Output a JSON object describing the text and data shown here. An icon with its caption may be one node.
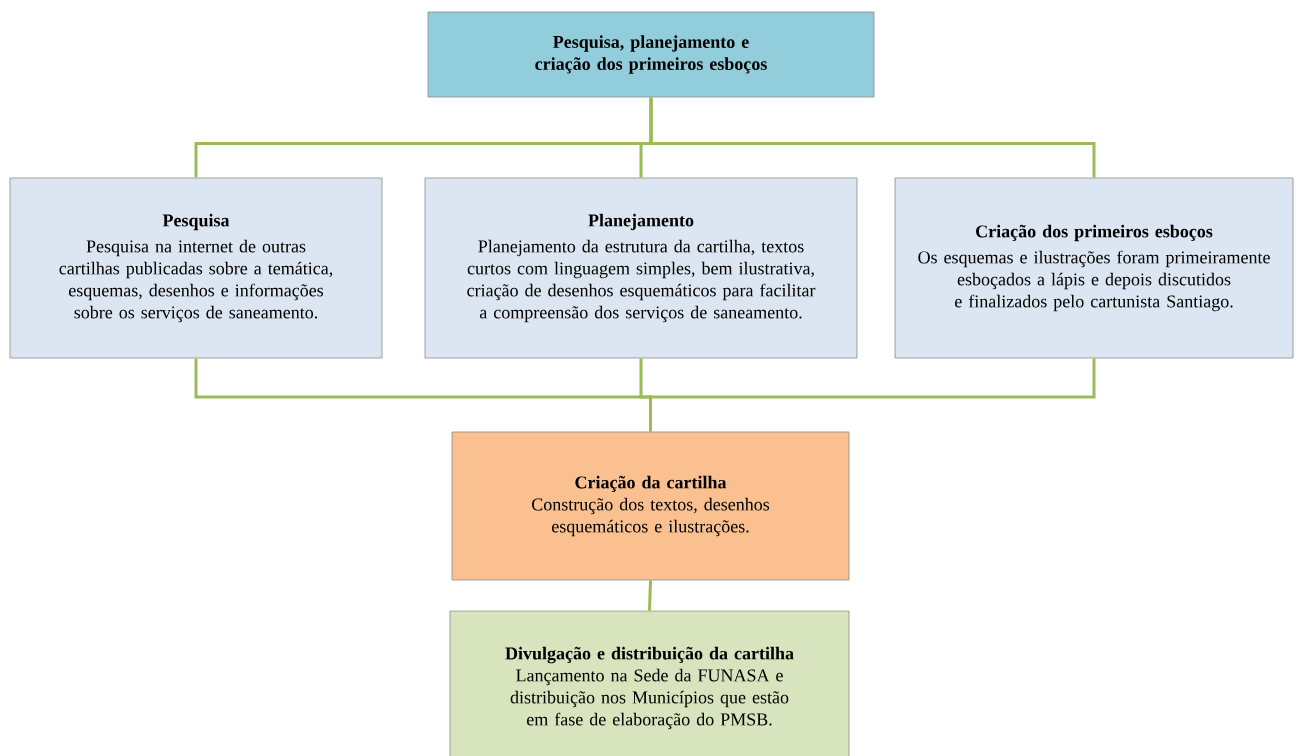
{
  "diagram": {
    "nodes": [
      {
        "text": [
          "Pesquisa, planejamento e criação dos primeiros esboços"
        ]
      },
      {
        "text": [
          "Pesquisa",
          "Pesquisa na internet de outras cartilhas publicadas sobre a temática, esquemas, desenhos e informações sobre os serviços de saneamento."
        ]
      },
      {
        "text": [
          "Planejamento",
          "Planejamento da estrutura da cartilha, textos curtos com linguagem simples, bem ilustrativa, criação de desenhos esquemáticos para facilitar a compreensão dos serviços de saneamento."
        ]
      },
      {
        "text": [
          "Criação dos primeiros esboços",
          "Os esquemas e ilustrações foram primeiramente esboçados a lápis e depois discutidos e finalizados pelo cartunista Santiago."
        ]
      },
      {
        "text": [
          "Criação da cartilha",
          "Construção dos textos, desenhos esquemáticos e ilustrações."
        ]
      },
      {
        "text": [
          "Divulgação e distribuição da cartilha",
          "Lançamento na Sede da FUNASA e distribuição nos Municípios que estão em fase de elaboração do PMSB."
        ]
      }
    ],
    "edges": [
      {
        "from": 0,
        "to": 1,
        "arrow": "none"
      },
      {
        "from": 0,
        "to": 2,
        "arrow": "none"
      },
      {
        "from": 0,
        "to": 3,
        "arrow": "none"
      },
      {
        "from": 1,
        "to": 4,
        "arrow": "none"
      },
      {
        "from": 2,
        "to": 4,
        "arrow": "none"
      },
      {
        "from": 3,
        "to": 4,
        "arrow": "none"
      },
      {
        "from": 4,
        "to": 5,
        "arrow": "none"
      }
    ]
  }
}
